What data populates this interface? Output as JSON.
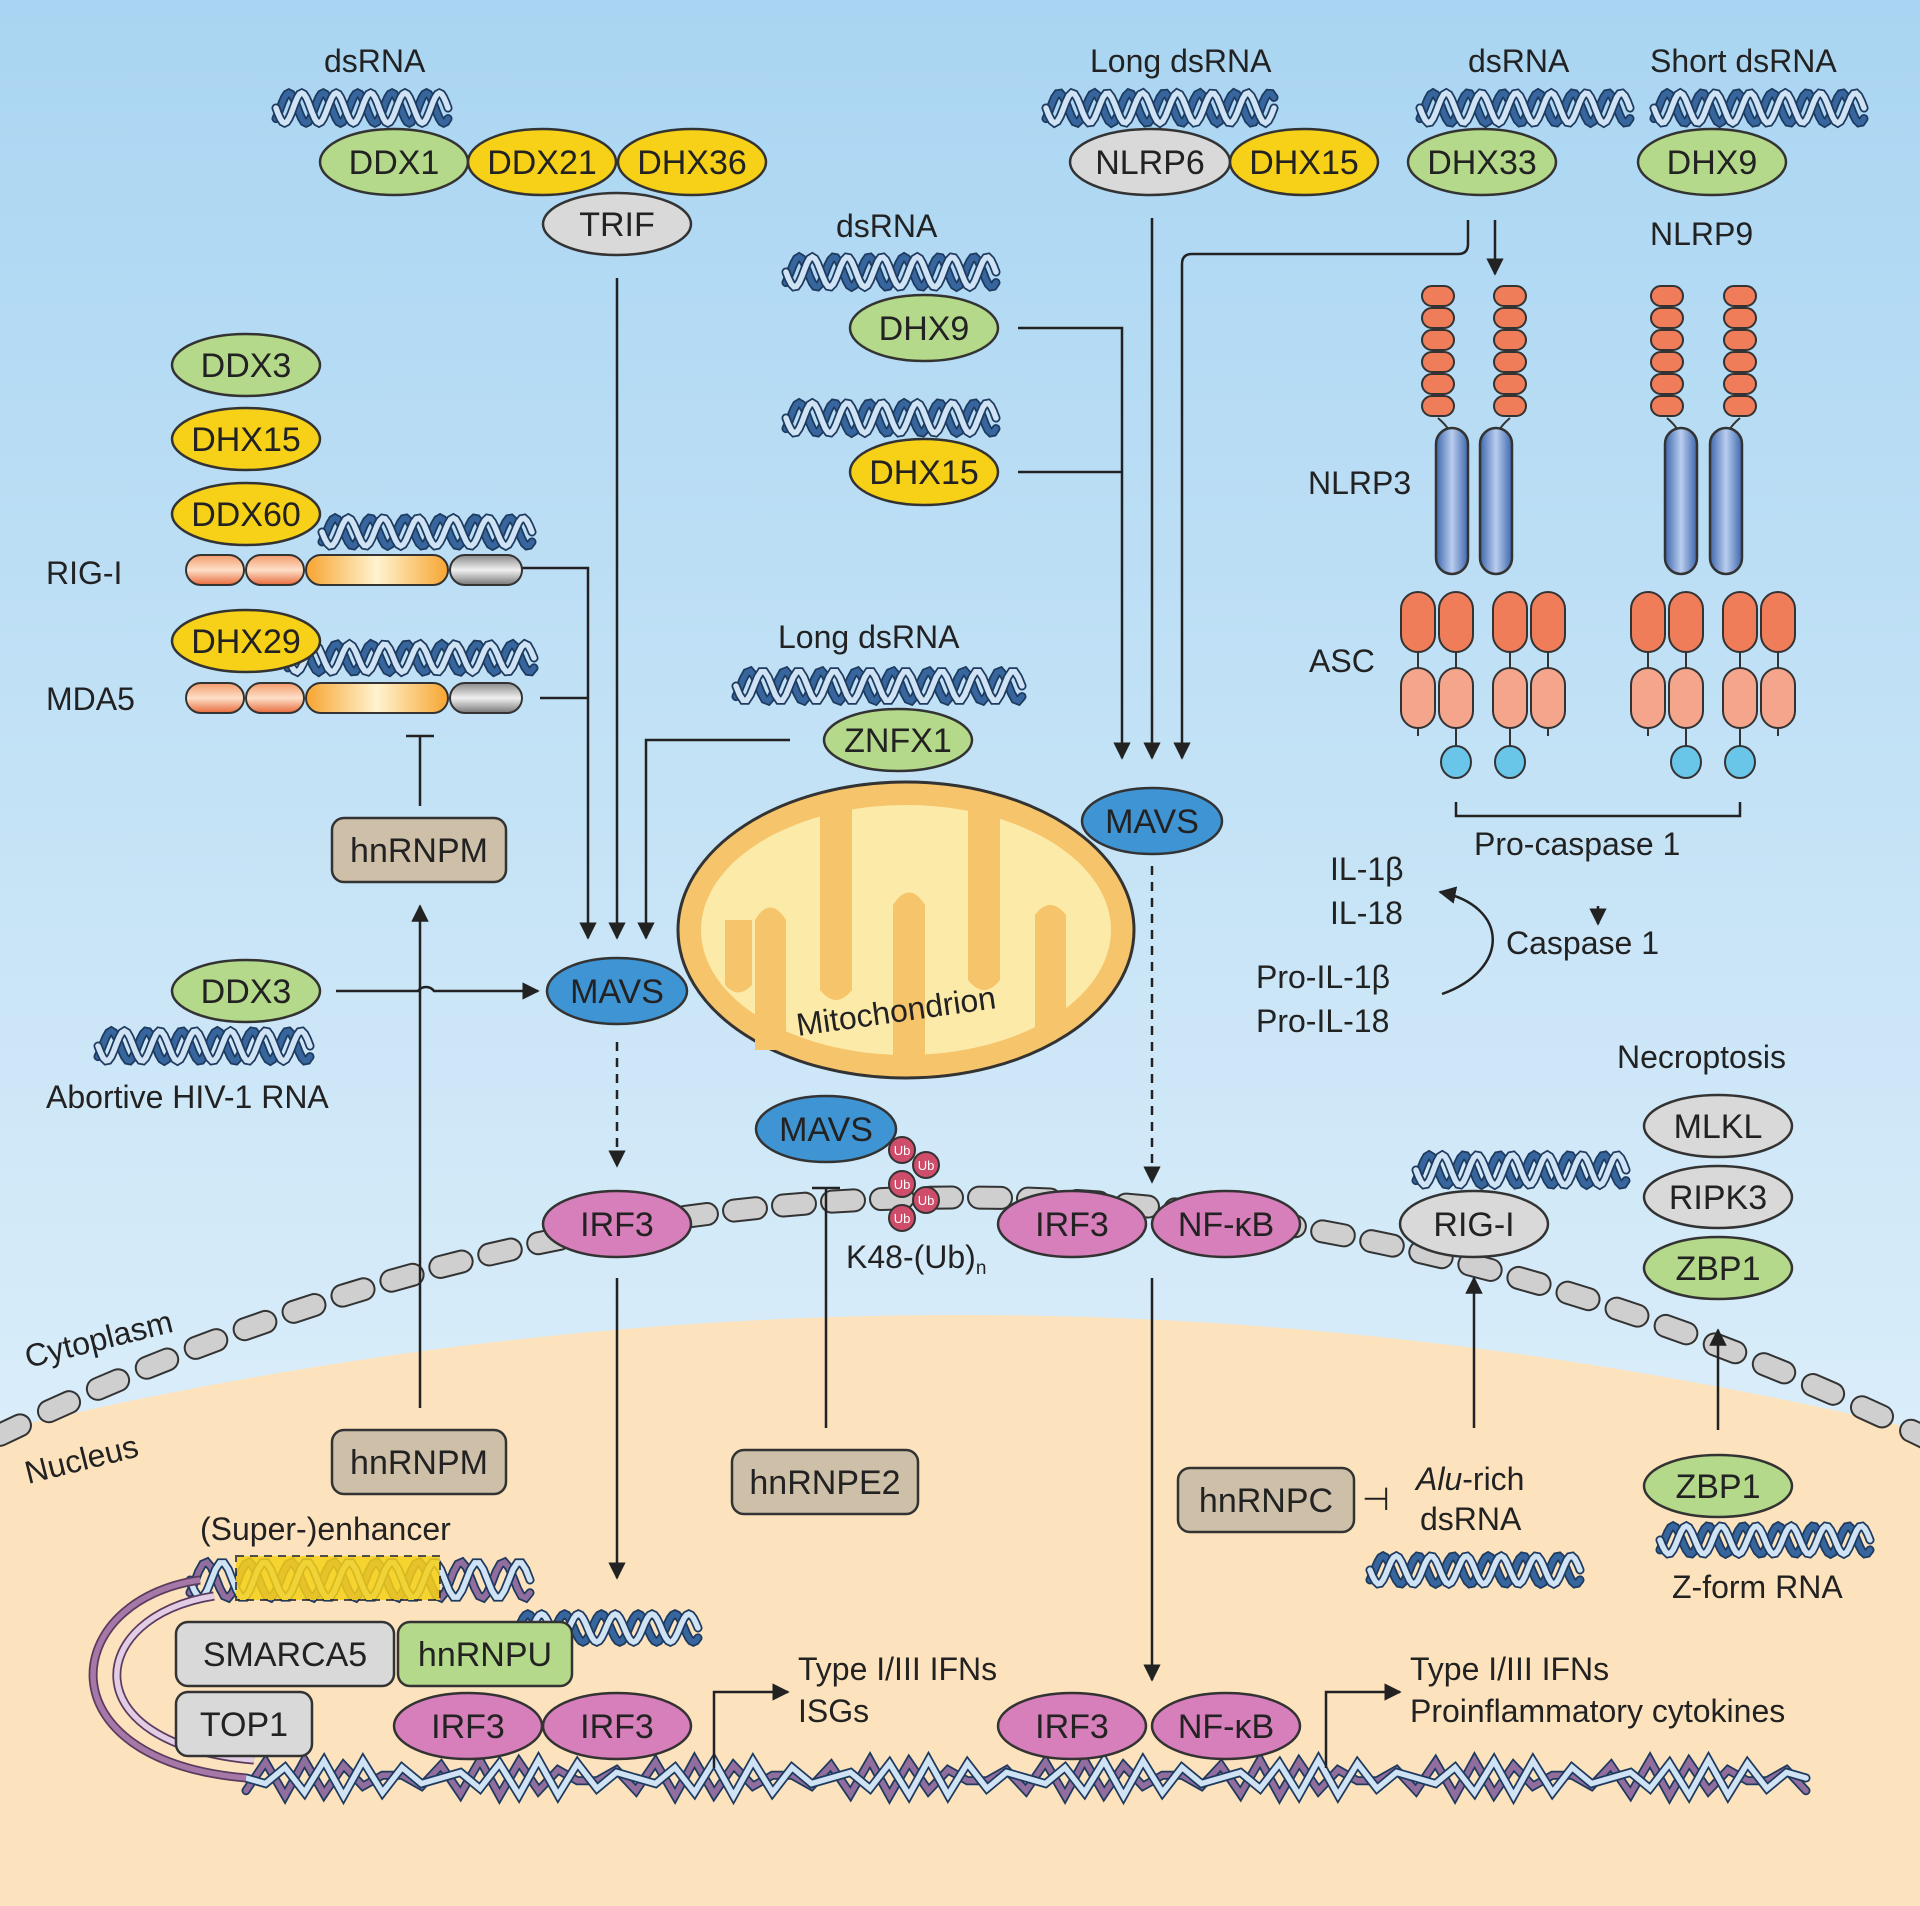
{
  "colors": {
    "cytoplasm_top": "#a9d5f2",
    "cytoplasm_bottom": "#eaf5fc",
    "nucleus": "#fde3bd",
    "green": "#b5d98a",
    "yellow": "#f7d117",
    "gray": "#d9d9d9",
    "brown": "#cdbfa8",
    "pink": "#d77fba",
    "blue": "#3f94d4",
    "mito_fill": "#fbeaa8",
    "mito_crista": "#f6c46a",
    "dna_blue": "#3b6ea8",
    "dna_purple": "#a678a8",
    "nlrp_blue": "#5a86c8",
    "card_orange": "#ef7d5a",
    "asc_pink": "#f4a58c",
    "cyan": "#69c6e8"
  },
  "proteins": {
    "ddx1": "DDX1",
    "ddx21": "DDX21",
    "dhx36": "DHX36",
    "trif": "TRIF",
    "nlrp6": "NLRP6",
    "dhx15_top": "DHX15",
    "dhx33": "DHX33",
    "dhx9_right": "DHX9",
    "dhx9_mid": "DHX9",
    "dhx15_mid": "DHX15",
    "ddx3_top": "DDX3",
    "dhx15_left": "DHX15",
    "ddx60": "DDX60",
    "dhx29": "DHX29",
    "znfx1": "ZNFX1",
    "mavs_left": "MAVS",
    "mavs_right": "MAVS",
    "mavs_bottom": "MAVS",
    "ddx3_bottom": "DDX3",
    "hnrnpm_cyto": "hnRNPM",
    "irf3_left": "IRF3",
    "irf3_right": "IRF3",
    "nfkb_cyto": "NF-κB",
    "rigi_right": "RIG-I",
    "mlkl": "MLKL",
    "ripk3": "RIPK3",
    "zbp1_cyto": "ZBP1",
    "hnrnpm_nuc": "hnRNPM",
    "hnrnpe2": "hnRNPE2",
    "hnrnpc": "hnRNPC",
    "zbp1_nuc": "ZBP1",
    "smarca5": "SMARCA5",
    "hnrnpu": "hnRNPU",
    "top1": "TOP1",
    "irf3_nuc_a": "IRF3",
    "irf3_nuc_b": "IRF3",
    "irf3_nuc_c": "IRF3",
    "nfkb_nuc": "NF-κB"
  },
  "labels": {
    "dsrna_1": "dsRNA",
    "long_dsrna_1": "Long dsRNA",
    "dsrna_2": "dsRNA",
    "short_dsrna": "Short dsRNA",
    "dsrna_3": "dsRNA",
    "nlrp9": "NLRP9",
    "nlrp3": "NLRP3",
    "asc": "ASC",
    "rig_i": "RIG-I",
    "mda5": "MDA5",
    "long_dsrna_2": "Long dsRNA",
    "pro_caspase": "Pro-caspase 1",
    "caspase": "Caspase 1",
    "il1b": "IL-1β",
    "il18": "IL-18",
    "pro_il1b": "Pro-IL-1β",
    "pro_il18": "Pro-IL-18",
    "necroptosis": "Necroptosis",
    "abortive_hiv": "Abortive HIV-1 RNA",
    "mitochondrion": "Mitochondrion",
    "ub": "Ub",
    "k48_main": "K48-(Ub)",
    "k48_sub": "n",
    "cytoplasm": "Cytoplasm",
    "nucleus": "Nucleus",
    "super_enhancer": "(Super-)enhancer",
    "alu_italic": "Alu",
    "alu_rest": "-rich",
    "alu_dsrna": "dsRNA",
    "zform": "Z-form RNA",
    "type_ifn_1": "Type I/III IFNs",
    "isgs": "ISGs",
    "type_ifn_2": "Type I/III IFNs",
    "proinflammatory": "Proinflammatory cytokines",
    "inhibit_bar": "⊣"
  }
}
